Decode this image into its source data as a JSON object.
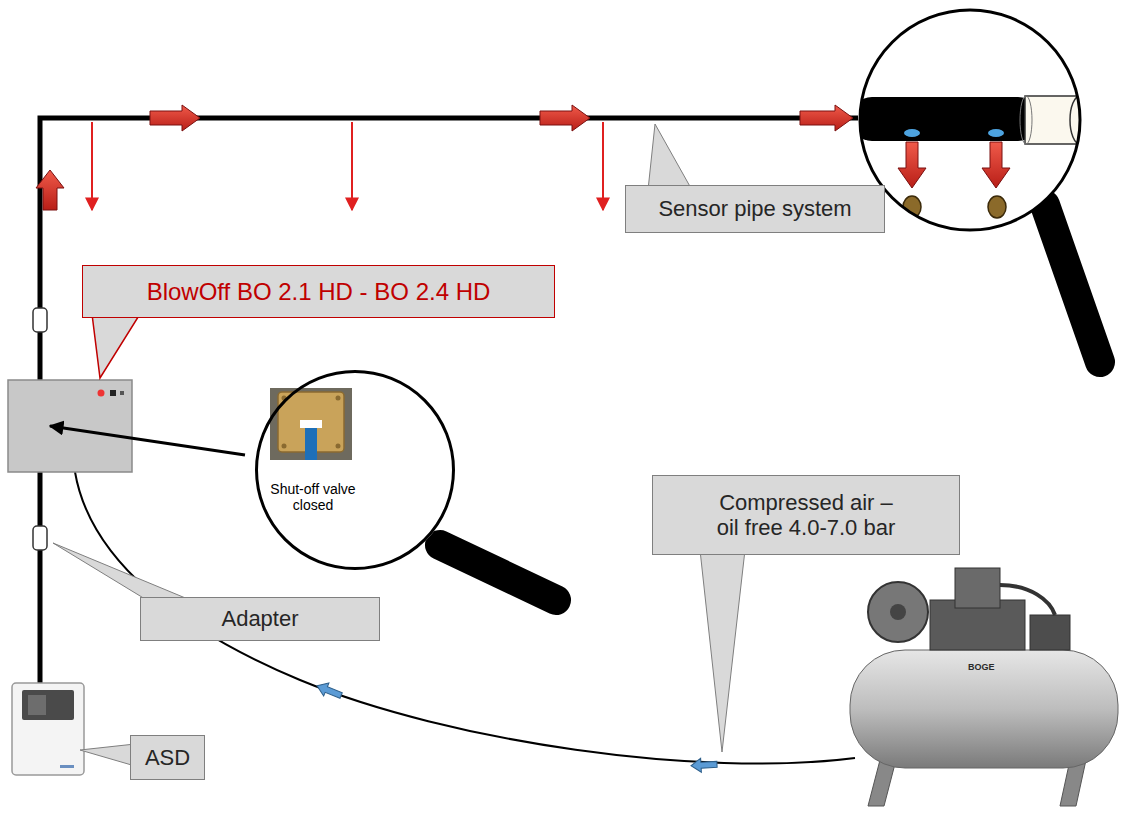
{
  "diagram": {
    "nodes": [
      {
        "text": [
          "Sensor pipe system"
        ]
      },
      {
        "text": [
          "BlowOff BO 2.1 HD - BO 2.4 HD"
        ]
      },
      {
        "text": [
          "Shut-off valve closed"
        ]
      },
      {
        "text": [
          "Compressed air – oil free 4.0-7.0 bar"
        ]
      },
      {
        "text": [
          "Adapter"
        ]
      },
      {
        "text": [
          "ASD"
        ]
      }
    ],
    "labels": [
      "BOGE"
    ]
  }
}
